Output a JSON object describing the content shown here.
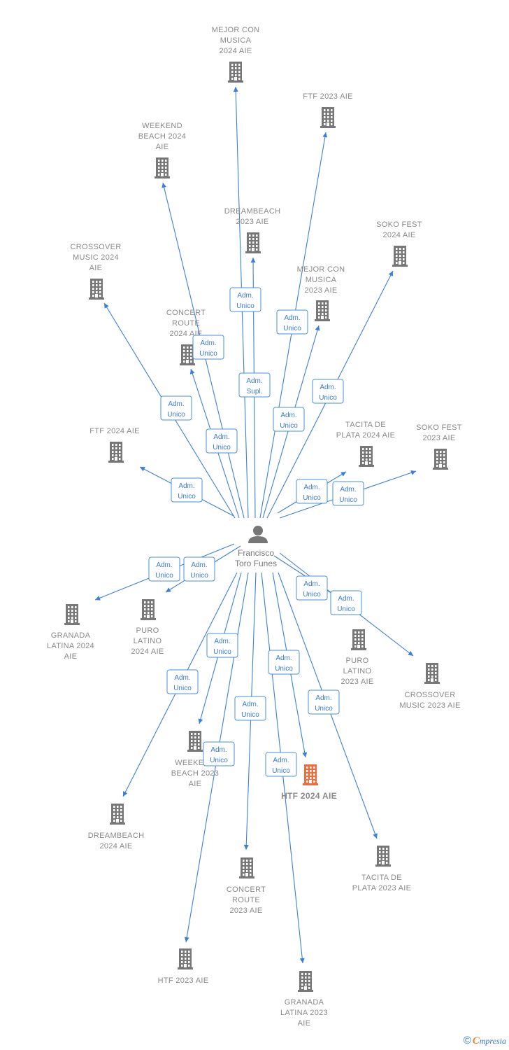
{
  "center": {
    "name_lines": [
      "Francisco",
      "Toro Funes"
    ],
    "icon": "person-icon"
  },
  "colors": {
    "edge": "#3b7fd6",
    "node_icon": "#777777",
    "highlight_icon": "#f26b3a",
    "label": "#888888"
  },
  "nodes": [
    {
      "id": "mejor-con-musica-2024",
      "lines": [
        "MEJOR CON",
        "MUSICA",
        "2024  AIE"
      ],
      "badge": [
        "Adm.",
        "Unico"
      ]
    },
    {
      "id": "ftf-2023",
      "lines": [
        "FTF 2023  AIE"
      ],
      "badge": [
        "Adm.",
        "Unico"
      ]
    },
    {
      "id": "weekend-beach-2024",
      "lines": [
        "WEEKEND",
        "BEACH 2024",
        "AIE"
      ],
      "badge": [
        "Adm.",
        "Unico"
      ]
    },
    {
      "id": "dreambeach-2023",
      "lines": [
        "DREAMBEACH",
        "2023  AIE"
      ],
      "badge": [
        "Adm.",
        "Supl."
      ]
    },
    {
      "id": "soko-fest-2024",
      "lines": [
        "SOKO FEST",
        "2024  AIE"
      ],
      "badge": [
        "Adm.",
        "Unico"
      ]
    },
    {
      "id": "crossover-music-2024",
      "lines": [
        "CROSSOVER",
        "MUSIC 2024",
        "AIE"
      ],
      "badge": [
        "Adm.",
        "Unico"
      ]
    },
    {
      "id": "mejor-con-musica-2023",
      "lines": [
        "MEJOR CON",
        "MUSICA",
        "2023  AIE"
      ],
      "badge": [
        "Adm.",
        "Unico"
      ]
    },
    {
      "id": "concert-route-2024",
      "lines": [
        "CONCERT",
        "ROUTE",
        "2024  AIE"
      ],
      "badge": [
        "Adm.",
        "Unico"
      ]
    },
    {
      "id": "ftf-2024",
      "lines": [
        "FTF 2024  AIE"
      ],
      "badge": [
        "Adm.",
        "Unico"
      ]
    },
    {
      "id": "tacita-de-plata-2024",
      "lines": [
        "TACITA DE",
        "PLATA 2024  AIE"
      ],
      "badge": [
        "Adm.",
        "Unico"
      ]
    },
    {
      "id": "soko-fest-2023",
      "lines": [
        "SOKO FEST",
        "2023  AIE"
      ],
      "badge": [
        "Adm.",
        "Unico"
      ]
    },
    {
      "id": "granada-latina-2024",
      "lines": [
        "GRANADA",
        "LATINA 2024",
        "AIE"
      ],
      "badge": [
        "Adm.",
        "Unico"
      ]
    },
    {
      "id": "puro-latino-2024",
      "lines": [
        "PURO",
        "LATINO",
        "2024  AIE"
      ],
      "badge": [
        "Adm.",
        "Unico"
      ]
    },
    {
      "id": "puro-latino-2023",
      "lines": [
        "PURO",
        "LATINO",
        "2023  AIE"
      ],
      "badge": [
        "Adm.",
        "Unico"
      ]
    },
    {
      "id": "crossover-music-2023",
      "lines": [
        "CROSSOVER",
        "MUSIC 2023 AIE"
      ],
      "badge": [
        "Adm.",
        "Unico"
      ]
    },
    {
      "id": "weekend-beach-2023",
      "lines": [
        "WEEKEND",
        "BEACH 2023",
        "AIE"
      ],
      "badge": [
        "Adm.",
        "Unico"
      ]
    },
    {
      "id": "dreambeach-2024",
      "lines": [
        "DREAMBEACH",
        "2024  AIE"
      ],
      "badge": [
        "Adm.",
        "Unico"
      ]
    },
    {
      "id": "htf-2024",
      "lines": [
        "HTF 2024  AIE"
      ],
      "badge": [
        "Adm.",
        "Unico"
      ],
      "highlight": true
    },
    {
      "id": "concert-route-2023",
      "lines": [
        "CONCERT",
        "ROUTE",
        "2023  AIE"
      ],
      "badge": [
        "Adm.",
        "Unico"
      ]
    },
    {
      "id": "tacita-de-plata-2023",
      "lines": [
        "TACITA DE",
        "PLATA 2023  AIE"
      ],
      "badge": [
        "Adm.",
        "Unico"
      ]
    },
    {
      "id": "htf-2023",
      "lines": [
        "HTF 2023  AIE"
      ],
      "badge": [
        "Adm.",
        "Unico"
      ]
    },
    {
      "id": "granada-latina-2023",
      "lines": [
        "GRANADA",
        "LATINA 2023",
        "AIE"
      ],
      "badge": [
        "Adm.",
        "Unico"
      ]
    }
  ],
  "footer": {
    "copyright": "©",
    "brand_initial": "C",
    "brand_rest": "mpresia"
  }
}
